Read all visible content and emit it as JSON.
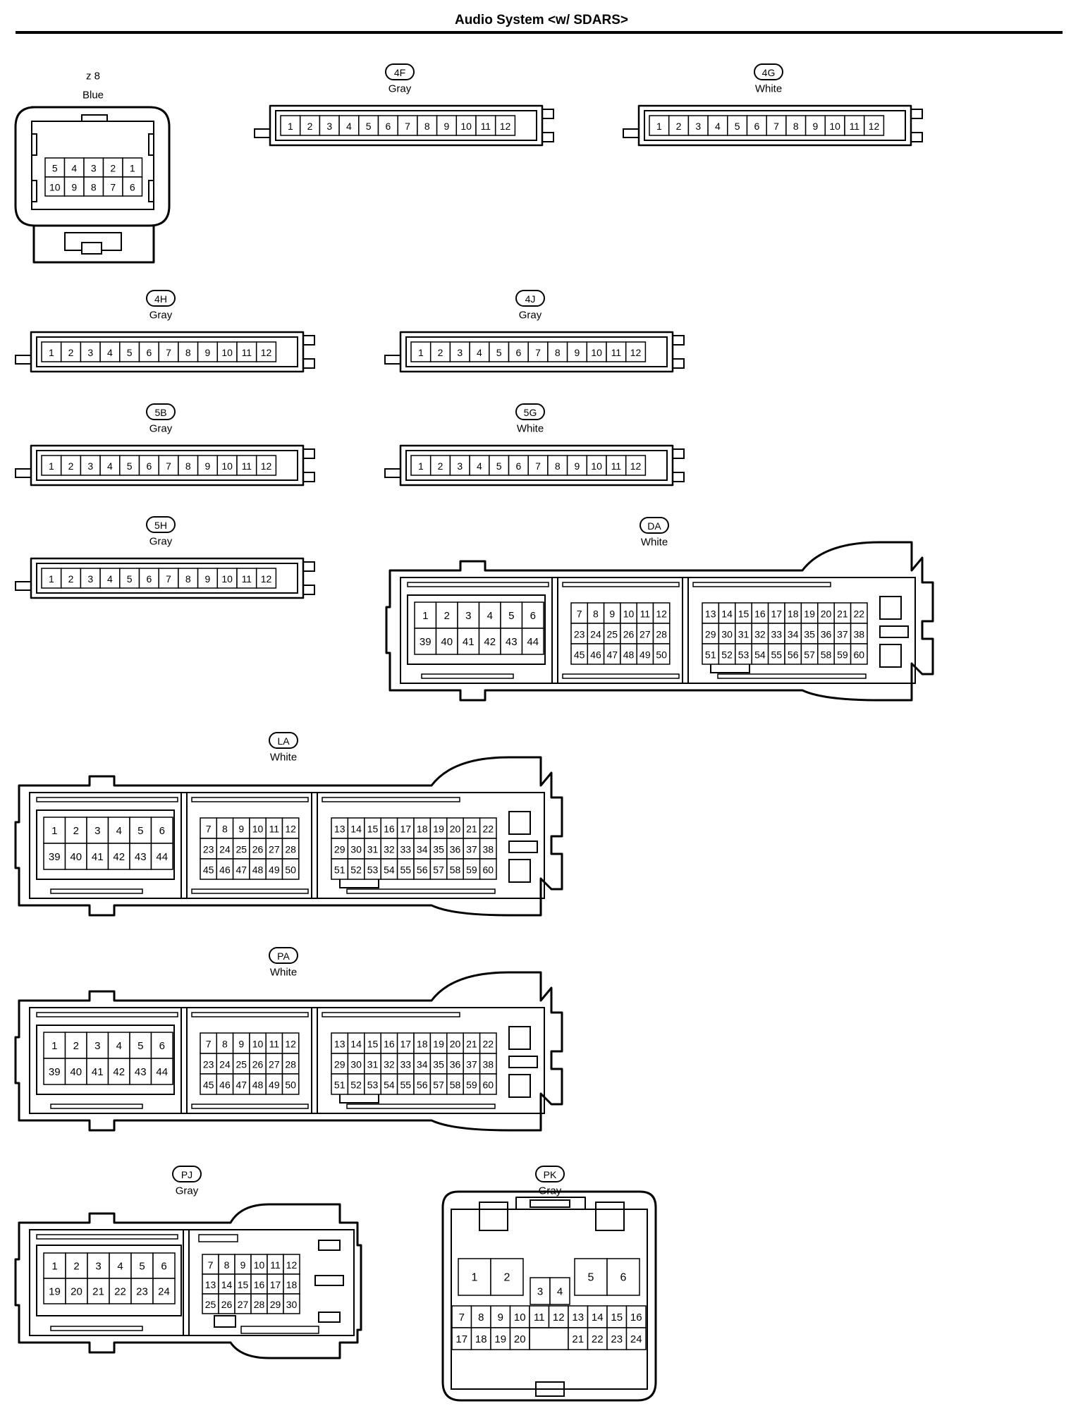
{
  "header": {
    "title": "Audio System <w/ SDARS>"
  },
  "connectors": [
    {
      "code": "z 8",
      "color": "Blue",
      "pins": [
        "5",
        "4",
        "3",
        "2",
        "1",
        "10",
        "9",
        "8",
        "7",
        "6"
      ]
    },
    {
      "code": "4F",
      "color": "Gray",
      "pins": [
        "1",
        "2",
        "3",
        "4",
        "5",
        "6",
        "7",
        "8",
        "9",
        "10",
        "11",
        "12"
      ]
    },
    {
      "code": "4G",
      "color": "White",
      "pins": [
        "1",
        "2",
        "3",
        "4",
        "5",
        "6",
        "7",
        "8",
        "9",
        "10",
        "11",
        "12"
      ]
    },
    {
      "code": "4H",
      "color": "Gray",
      "pins": [
        "1",
        "2",
        "3",
        "4",
        "5",
        "6",
        "7",
        "8",
        "9",
        "10",
        "11",
        "12"
      ]
    },
    {
      "code": "4J",
      "color": "Gray",
      "pins": [
        "1",
        "2",
        "3",
        "4",
        "5",
        "6",
        "7",
        "8",
        "9",
        "10",
        "11",
        "12"
      ]
    },
    {
      "code": "5B",
      "color": "Gray",
      "pins": [
        "1",
        "2",
        "3",
        "4",
        "5",
        "6",
        "7",
        "8",
        "9",
        "10",
        "11",
        "12"
      ]
    },
    {
      "code": "5G",
      "color": "White",
      "pins": [
        "1",
        "2",
        "3",
        "4",
        "5",
        "6",
        "7",
        "8",
        "9",
        "10",
        "11",
        "12"
      ]
    },
    {
      "code": "5H",
      "color": "Gray",
      "pins": [
        "1",
        "2",
        "3",
        "4",
        "5",
        "6",
        "7",
        "8",
        "9",
        "10",
        "11",
        "12"
      ]
    },
    {
      "code": "DA",
      "color": "White",
      "blocks": [
        [
          "1",
          "2",
          "3",
          "4",
          "5",
          "6",
          "39",
          "40",
          "41",
          "42",
          "43",
          "44"
        ],
        [
          "7",
          "8",
          "9",
          "10",
          "11",
          "12",
          "23",
          "24",
          "25",
          "26",
          "27",
          "28",
          "45",
          "46",
          "47",
          "48",
          "49",
          "50"
        ],
        [
          "13",
          "14",
          "15",
          "16",
          "17",
          "18",
          "19",
          "20",
          "21",
          "22",
          "29",
          "30",
          "31",
          "32",
          "33",
          "34",
          "35",
          "36",
          "37",
          "38",
          "51",
          "52",
          "53",
          "54",
          "55",
          "56",
          "57",
          "58",
          "59",
          "60"
        ]
      ]
    },
    {
      "code": "LA",
      "color": "White",
      "blocks": [
        [
          "1",
          "2",
          "3",
          "4",
          "5",
          "6",
          "39",
          "40",
          "41",
          "42",
          "43",
          "44"
        ],
        [
          "7",
          "8",
          "9",
          "10",
          "11",
          "12",
          "23",
          "24",
          "25",
          "26",
          "27",
          "28",
          "45",
          "46",
          "47",
          "48",
          "49",
          "50"
        ],
        [
          "13",
          "14",
          "15",
          "16",
          "17",
          "18",
          "19",
          "20",
          "21",
          "22",
          "29",
          "30",
          "31",
          "32",
          "33",
          "34",
          "35",
          "36",
          "37",
          "38",
          "51",
          "52",
          "53",
          "54",
          "55",
          "56",
          "57",
          "58",
          "59",
          "60"
        ]
      ]
    },
    {
      "code": "PA",
      "color": "White",
      "blocks": [
        [
          "1",
          "2",
          "3",
          "4",
          "5",
          "6",
          "39",
          "40",
          "41",
          "42",
          "43",
          "44"
        ],
        [
          "7",
          "8",
          "9",
          "10",
          "11",
          "12",
          "23",
          "24",
          "25",
          "26",
          "27",
          "28",
          "45",
          "46",
          "47",
          "48",
          "49",
          "50"
        ],
        [
          "13",
          "14",
          "15",
          "16",
          "17",
          "18",
          "19",
          "20",
          "21",
          "22",
          "29",
          "30",
          "31",
          "32",
          "33",
          "34",
          "35",
          "36",
          "37",
          "38",
          "51",
          "52",
          "53",
          "54",
          "55",
          "56",
          "57",
          "58",
          "59",
          "60"
        ]
      ]
    },
    {
      "code": "PJ",
      "color": "Gray",
      "blocks": [
        [
          "1",
          "2",
          "3",
          "4",
          "5",
          "6",
          "19",
          "20",
          "21",
          "22",
          "23",
          "24"
        ],
        [
          "7",
          "8",
          "9",
          "10",
          "11",
          "12",
          "13",
          "14",
          "15",
          "16",
          "17",
          "18",
          "25",
          "26",
          "27",
          "28",
          "29",
          "30"
        ]
      ]
    },
    {
      "code": "PK",
      "color": "Gray",
      "pins": [
        "1",
        "2",
        "5",
        "6",
        "3",
        "4",
        "7",
        "8",
        "9",
        "10",
        "11",
        "12",
        "13",
        "14",
        "15",
        "16",
        "17",
        "18",
        "19",
        "20",
        "21",
        "22",
        "23",
        "24"
      ]
    }
  ]
}
